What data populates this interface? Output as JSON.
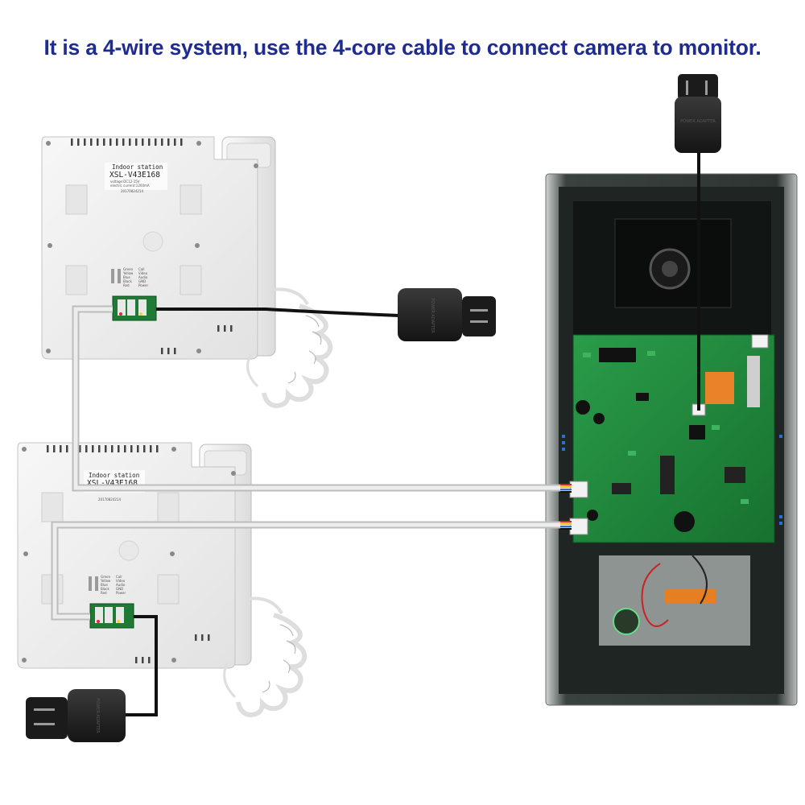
{
  "headline": "It is a 4-wire system, use the 4-core cable to connect camera to monitor.",
  "monitors": [
    {
      "label_title": "Indoor station",
      "label_model": "XSL-V43E168",
      "label_voltage": "voltage:DC12-15V",
      "label_current": "electric current:1200mA",
      "label_serial": "20170824214"
    },
    {
      "label_title": "Indoor station",
      "label_model": "XSL-V43E168",
      "label_serial": "20170824214"
    }
  ],
  "wiring_legend": [
    {
      "color_name": "Green",
      "signal": "Call"
    },
    {
      "color_name": "Yellow",
      "signal": "Video"
    },
    {
      "color_name": "Blue",
      "signal": "Audio"
    },
    {
      "color_name": "Black",
      "signal": "GND"
    },
    {
      "color_name": "Red",
      "signal": "Power"
    }
  ],
  "adapter_label": "POWER ADAPTER",
  "colors": {
    "headline": "#1f2c8f",
    "monitor_body": "#f1f1f1",
    "pcb": "#1f8a3c",
    "camera_frame": "#2a3230",
    "cable_gray": "#c9c9c9",
    "cable_black": "#111111"
  }
}
